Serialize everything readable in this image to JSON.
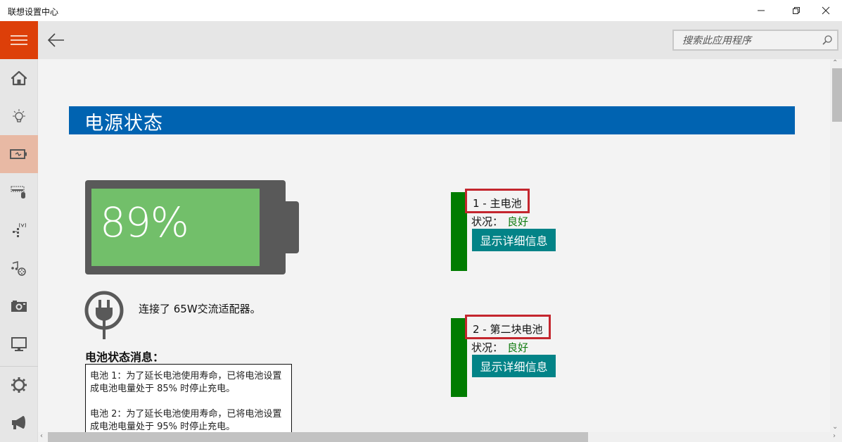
{
  "window": {
    "title": "联想设置中心",
    "minimize_icon": "minimize-icon",
    "maximize_icon": "restore-icon",
    "close_icon": "close-icon"
  },
  "sidebar": {
    "menu_icon": "hamburger-icon",
    "accent_color": "#dd3f09",
    "active_color": "#e8b9a4",
    "items": [
      {
        "name": "home",
        "icon": "home-icon"
      },
      {
        "name": "display-light",
        "icon": "lightbulb-icon"
      },
      {
        "name": "power",
        "icon": "battery-icon",
        "active": true
      },
      {
        "name": "input",
        "icon": "keyboard-mouse-icon"
      },
      {
        "name": "network",
        "icon": "network-icon"
      },
      {
        "name": "audio-video",
        "icon": "music-video-icon"
      },
      {
        "name": "camera",
        "icon": "camera-icon"
      },
      {
        "name": "display",
        "icon": "monitor-icon"
      },
      {
        "name": "settings",
        "icon": "gear-icon"
      },
      {
        "name": "feedback",
        "icon": "megaphone-icon"
      }
    ]
  },
  "topbar": {
    "back_icon": "back-arrow-icon",
    "search_placeholder": "搜索此应用程序",
    "search_icon": "search-icon"
  },
  "main": {
    "section_title": "电源状态",
    "header_color": "#0063b1",
    "battery": {
      "percent": "89%",
      "fill_color": "#72bf6a"
    },
    "adapter_text": "连接了 65W交流适配器。",
    "messages_title": "电池状态消息：",
    "messages": [
      "电池 1：为了延长电池使用寿命，已将电池设置成电池电量处于 85% 时停止充电。",
      "电池 2：为了延长电池使用寿命，已将电池设置成电池电量处于 95% 时停止充电。"
    ],
    "batteries": [
      {
        "name": "1 - 主电池",
        "status_label": "状况：",
        "status_value": "良好",
        "button": "显示详细信息"
      },
      {
        "name": "2 - 第二块电池",
        "status_label": "状况：",
        "status_value": "良好",
        "button": "显示详细信息"
      }
    ]
  }
}
